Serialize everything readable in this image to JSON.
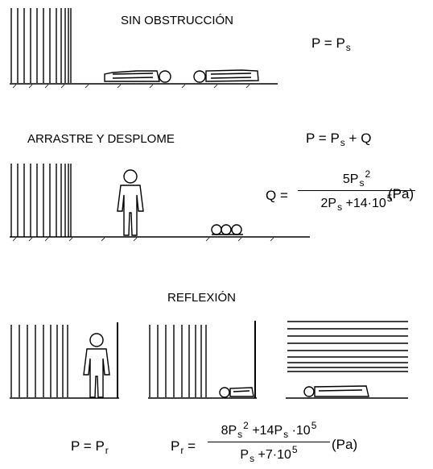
{
  "sections": {
    "no_obstruction": {
      "title": "SIN OBSTRUCCIÓN"
    },
    "drag": {
      "title": "ARRASTRE Y DESPLOME"
    },
    "reflection": {
      "title": "REFLEXIÓN"
    }
  },
  "symbols": {
    "P": "P",
    "Ps": "P",
    "s": "s",
    "r": "r",
    "Q": "Q",
    "eq": "=",
    "plus": "+",
    "pa": "(Pa)",
    "two": "2",
    "five": "5",
    "eight": "8",
    "seven": "7",
    "c14": "14",
    "c10": "10"
  }
}
